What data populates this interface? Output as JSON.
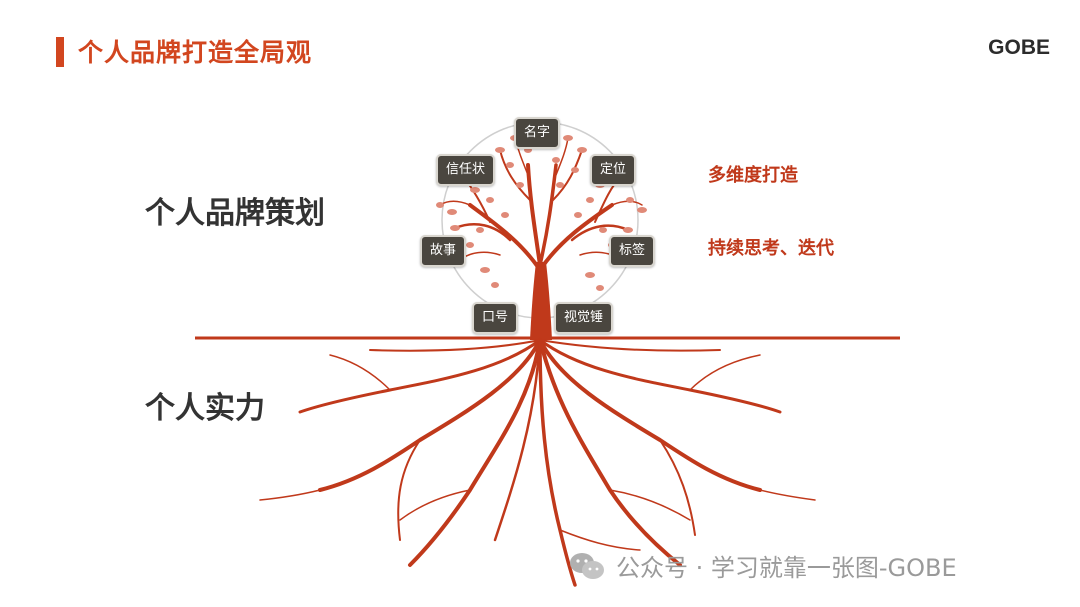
{
  "header": {
    "title": "个人品牌打造全局观",
    "brand": "GOBE"
  },
  "labels": {
    "top": "个人品牌策划",
    "bottom": "个人实力"
  },
  "notes": {
    "note1": "多维度打造",
    "note2": "持续思考、迭代"
  },
  "tags": {
    "name": "名字",
    "positioning": "定位",
    "label": "标签",
    "visual_hammer": "视觉锤",
    "slogan": "口号",
    "story": "故事",
    "trust": "信任状"
  },
  "watermark": {
    "text": "公众号 · 学习就靠一张图-GOBE",
    "icon": "wechat-icon"
  },
  "colors": {
    "accent": "#d2461f",
    "tree": "#c0391b",
    "leaf": "#e08a78",
    "tag_bg": "#4a463f",
    "text_dark": "#333333"
  }
}
